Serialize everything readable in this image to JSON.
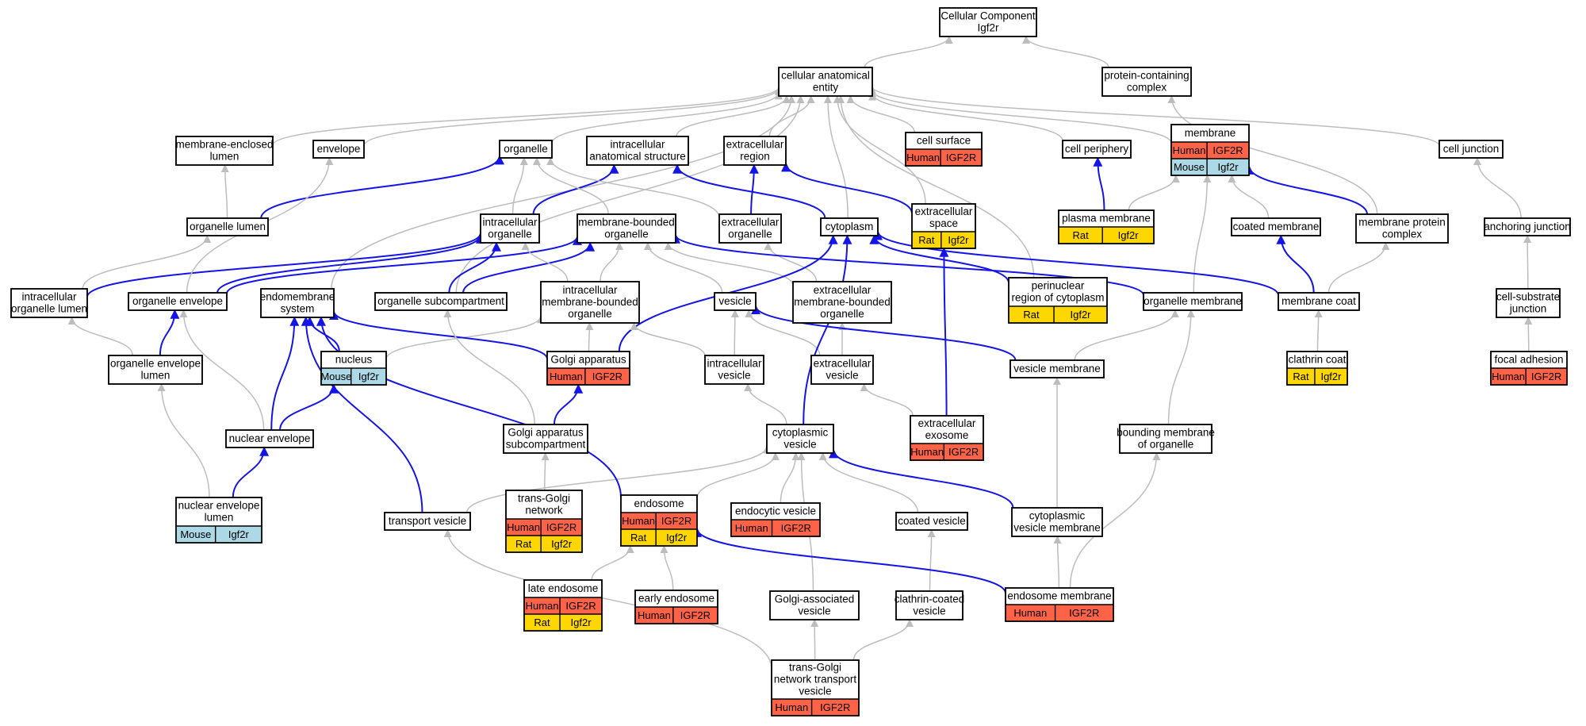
{
  "colors": {
    "human": "#ff6347",
    "rat": "#ffd700",
    "mouse": "#add8e6",
    "gray_edge": "#bdbdbd",
    "blue_edge": "#1414e6"
  },
  "nodes": {
    "cc": {
      "lines": [
        "Cellular Component",
        "Igf2r"
      ]
    },
    "cae": {
      "lines": [
        "cellular anatomical",
        "entity"
      ]
    },
    "pcc": {
      "lines": [
        "protein-containing",
        "complex"
      ]
    },
    "mel": {
      "lines": [
        "membrane-enclosed",
        "lumen"
      ]
    },
    "env": {
      "lines": [
        "envelope"
      ]
    },
    "org": {
      "lines": [
        "organelle"
      ]
    },
    "ias": {
      "lines": [
        "intracellular",
        "anatomical structure"
      ]
    },
    "exr": {
      "lines": [
        "extracellular",
        "region"
      ]
    },
    "csurf": {
      "lines": [
        "cell surface"
      ],
      "species": [
        [
          "Human",
          "IGF2R"
        ]
      ]
    },
    "cper": {
      "lines": [
        "cell periphery"
      ]
    },
    "mem": {
      "lines": [
        "membrane"
      ],
      "species": [
        [
          "Human",
          "IGF2R"
        ],
        [
          "Mouse",
          "Igf2r"
        ]
      ]
    },
    "cj": {
      "lines": [
        "cell junction"
      ]
    },
    "orgl": {
      "lines": [
        "organelle lumen"
      ]
    },
    "intorg": {
      "lines": [
        "intracellular",
        "organelle"
      ]
    },
    "mbo": {
      "lines": [
        "membrane-bounded",
        "organelle"
      ]
    },
    "exorg": {
      "lines": [
        "extracellular",
        "organelle"
      ]
    },
    "cyto": {
      "lines": [
        "cytoplasm"
      ]
    },
    "exsp": {
      "lines": [
        "extracellular",
        "space"
      ],
      "species": [
        [
          "Rat",
          "Igf2r"
        ]
      ]
    },
    "pm": {
      "lines": [
        "plasma membrane"
      ],
      "species": [
        [
          "Rat",
          "Igf2r"
        ]
      ]
    },
    "coatm": {
      "lines": [
        "coated membrane"
      ]
    },
    "mpc": {
      "lines": [
        "membrane protein",
        "complex"
      ]
    },
    "aj": {
      "lines": [
        "anchoring junction"
      ]
    },
    "iol": {
      "lines": [
        "intracellular",
        "organelle lumen"
      ]
    },
    "oenv": {
      "lines": [
        "organelle envelope"
      ]
    },
    "endo": {
      "lines": [
        "endomembrane",
        "system"
      ]
    },
    "osub": {
      "lines": [
        "organelle subcompartment"
      ]
    },
    "imbo": {
      "lines": [
        "intracellular",
        "membrane-bounded",
        "organelle"
      ]
    },
    "vesicle": {
      "lines": [
        "vesicle"
      ]
    },
    "embo": {
      "lines": [
        "extracellular",
        "membrane-bounded",
        "organelle"
      ]
    },
    "prc": {
      "lines": [
        "perinuclear",
        "region of cytoplasm"
      ],
      "species": [
        [
          "Rat",
          "Igf2r"
        ]
      ]
    },
    "orgm": {
      "lines": [
        "organelle membrane"
      ]
    },
    "mcoat": {
      "lines": [
        "membrane coat"
      ]
    },
    "csj": {
      "lines": [
        "cell-substrate",
        "junction"
      ]
    },
    "oel": {
      "lines": [
        "organelle envelope",
        "lumen"
      ]
    },
    "nucleus": {
      "lines": [
        "nucleus"
      ],
      "species": [
        [
          "Mouse",
          "Igf2r"
        ]
      ]
    },
    "golgi": {
      "lines": [
        "Golgi apparatus"
      ],
      "species": [
        [
          "Human",
          "IGF2R"
        ]
      ]
    },
    "iv": {
      "lines": [
        "intracellular",
        "vesicle"
      ]
    },
    "ev": {
      "lines": [
        "extracellular",
        "vesicle"
      ]
    },
    "vm": {
      "lines": [
        "vesicle membrane"
      ]
    },
    "clcoat": {
      "lines": [
        "clathrin coat"
      ],
      "species": [
        [
          "Rat",
          "Igf2r"
        ]
      ]
    },
    "fa": {
      "lines": [
        "focal adhesion"
      ],
      "species": [
        [
          "Human",
          "IGF2R"
        ]
      ]
    },
    "ne": {
      "lines": [
        "nuclear envelope"
      ]
    },
    "gas": {
      "lines": [
        "Golgi apparatus",
        "subcompartment"
      ]
    },
    "cv": {
      "lines": [
        "cytoplasmic",
        "vesicle"
      ]
    },
    "exo": {
      "lines": [
        "extracellular",
        "exosome"
      ],
      "species": [
        [
          "Human",
          "IGF2R"
        ]
      ]
    },
    "bmo": {
      "lines": [
        "bounding membrane",
        "of organelle"
      ]
    },
    "nel": {
      "lines": [
        "nuclear envelope",
        "lumen"
      ],
      "species": [
        [
          "Mouse",
          "Igf2r"
        ]
      ]
    },
    "tgn": {
      "lines": [
        "trans-Golgi",
        "network"
      ],
      "species": [
        [
          "Human",
          "IGF2R"
        ],
        [
          "Rat",
          "Igf2r"
        ]
      ]
    },
    "tv": {
      "lines": [
        "transport vesicle"
      ]
    },
    "endosome": {
      "lines": [
        "endosome"
      ],
      "species": [
        [
          "Human",
          "IGF2R"
        ],
        [
          "Rat",
          "Igf2r"
        ]
      ]
    },
    "endv": {
      "lines": [
        "endocytic vesicle"
      ],
      "species": [
        [
          "Human",
          "IGF2R"
        ]
      ]
    },
    "coatv": {
      "lines": [
        "coated vesicle"
      ]
    },
    "cvm": {
      "lines": [
        "cytoplasmic",
        "vesicle membrane"
      ]
    },
    "le": {
      "lines": [
        "late endosome"
      ],
      "species": [
        [
          "Human",
          "IGF2R"
        ],
        [
          "Rat",
          "Igf2r"
        ]
      ]
    },
    "ee": {
      "lines": [
        "early endosome"
      ],
      "species": [
        [
          "Human",
          "IGF2R"
        ]
      ]
    },
    "gav": {
      "lines": [
        "Golgi-associated",
        "vesicle"
      ]
    },
    "ccv": {
      "lines": [
        "clathrin-coated",
        "vesicle"
      ]
    },
    "em": {
      "lines": [
        "endosome membrane"
      ],
      "species": [
        [
          "Human",
          "IGF2R"
        ]
      ]
    },
    "tgnv": {
      "lines": [
        "trans-Golgi",
        "network transport",
        "vesicle"
      ],
      "species": [
        [
          "Human",
          "IGF2R"
        ]
      ]
    }
  },
  "edges": [
    [
      "cae",
      "cc",
      "g"
    ],
    [
      "pcc",
      "cc",
      "g"
    ],
    [
      "mel",
      "cae",
      "g"
    ],
    [
      "env",
      "cae",
      "g"
    ],
    [
      "org",
      "cae",
      "g"
    ],
    [
      "ias",
      "cae",
      "g"
    ],
    [
      "exr",
      "cae",
      "g"
    ],
    [
      "csurf",
      "cae",
      "g"
    ],
    [
      "cper",
      "cae",
      "g"
    ],
    [
      "mem",
      "cae",
      "g"
    ],
    [
      "cj",
      "cae",
      "g"
    ],
    [
      "cyto",
      "cae",
      "g"
    ],
    [
      "exsp",
      "cae",
      "g"
    ],
    [
      "endo",
      "cae",
      "g"
    ],
    [
      "osub",
      "cae",
      "g"
    ],
    [
      "prc",
      "cae",
      "g"
    ],
    [
      "mpc",
      "pcc",
      "g"
    ],
    [
      "mpc",
      "mem",
      "b"
    ],
    [
      "orgl",
      "mel",
      "g"
    ],
    [
      "orgl",
      "org",
      "b"
    ],
    [
      "intorg",
      "org",
      "g"
    ],
    [
      "intorg",
      "ias",
      "b"
    ],
    [
      "mbo",
      "org",
      "g"
    ],
    [
      "exorg",
      "org",
      "g"
    ],
    [
      "exorg",
      "exr",
      "b"
    ],
    [
      "cyto",
      "ias",
      "b"
    ],
    [
      "exsp",
      "exr",
      "b"
    ],
    [
      "pm",
      "cper",
      "b"
    ],
    [
      "pm",
      "mem",
      "g"
    ],
    [
      "coatm",
      "mem",
      "g"
    ],
    [
      "aj",
      "cj",
      "g"
    ],
    [
      "iol",
      "orgl",
      "g"
    ],
    [
      "iol",
      "intorg",
      "b"
    ],
    [
      "oenv",
      "env",
      "g"
    ],
    [
      "oenv",
      "intorg",
      "b"
    ],
    [
      "oenv",
      "mbo",
      "b"
    ],
    [
      "osub",
      "intorg",
      "b"
    ],
    [
      "osub",
      "mbo",
      "b"
    ],
    [
      "imbo",
      "intorg",
      "g"
    ],
    [
      "imbo",
      "mbo",
      "g"
    ],
    [
      "vesicle",
      "mbo",
      "g"
    ],
    [
      "embo",
      "mbo",
      "g"
    ],
    [
      "embo",
      "exorg",
      "g"
    ],
    [
      "prc",
      "cyto",
      "b"
    ],
    [
      "orgm",
      "mem",
      "g"
    ],
    [
      "orgm",
      "mbo",
      "b"
    ],
    [
      "mcoat",
      "coatm",
      "b"
    ],
    [
      "mcoat",
      "mpc",
      "g"
    ],
    [
      "mcoat",
      "cyto",
      "b"
    ],
    [
      "csj",
      "aj",
      "g"
    ],
    [
      "fa",
      "csj",
      "g"
    ],
    [
      "oel",
      "iol",
      "g"
    ],
    [
      "oel",
      "oenv",
      "b"
    ],
    [
      "nucleus",
      "imbo",
      "g"
    ],
    [
      "nucleus",
      "endo",
      "b"
    ],
    [
      "golgi",
      "endo",
      "b"
    ],
    [
      "golgi",
      "imbo",
      "g"
    ],
    [
      "golgi",
      "cyto",
      "b"
    ],
    [
      "iv",
      "vesicle",
      "g"
    ],
    [
      "iv",
      "imbo",
      "g"
    ],
    [
      "ev",
      "vesicle",
      "g"
    ],
    [
      "ev",
      "embo",
      "g"
    ],
    [
      "vm",
      "vesicle",
      "b"
    ],
    [
      "vm",
      "orgm",
      "g"
    ],
    [
      "clcoat",
      "mcoat",
      "g"
    ],
    [
      "ne",
      "nucleus",
      "b"
    ],
    [
      "ne",
      "endo",
      "b"
    ],
    [
      "ne",
      "oenv",
      "g"
    ],
    [
      "gas",
      "golgi",
      "b"
    ],
    [
      "gas",
      "osub",
      "g"
    ],
    [
      "cv",
      "iv",
      "g"
    ],
    [
      "cv",
      "cyto",
      "b"
    ],
    [
      "exo",
      "ev",
      "g"
    ],
    [
      "exo",
      "exsp",
      "b"
    ],
    [
      "bmo",
      "orgm",
      "g"
    ],
    [
      "nel",
      "ne",
      "b"
    ],
    [
      "nel",
      "oel",
      "g"
    ],
    [
      "tgn",
      "gas",
      "g"
    ],
    [
      "tv",
      "cv",
      "g"
    ],
    [
      "tv",
      "endo",
      "b"
    ],
    [
      "endosome",
      "endo",
      "b"
    ],
    [
      "endosome",
      "cv",
      "g"
    ],
    [
      "endv",
      "cv",
      "g"
    ],
    [
      "coatv",
      "cv",
      "g"
    ],
    [
      "cvm",
      "cv",
      "b"
    ],
    [
      "cvm",
      "vm",
      "g"
    ],
    [
      "le",
      "endosome",
      "g"
    ],
    [
      "ee",
      "endosome",
      "g"
    ],
    [
      "gav",
      "cv",
      "g"
    ],
    [
      "ccv",
      "coatv",
      "g"
    ],
    [
      "em",
      "endosome",
      "b"
    ],
    [
      "em",
      "cvm",
      "g"
    ],
    [
      "em",
      "bmo",
      "g"
    ],
    [
      "tgnv",
      "gav",
      "g"
    ],
    [
      "tgnv",
      "ccv",
      "g"
    ],
    [
      "tgnv",
      "tv",
      "g"
    ]
  ]
}
